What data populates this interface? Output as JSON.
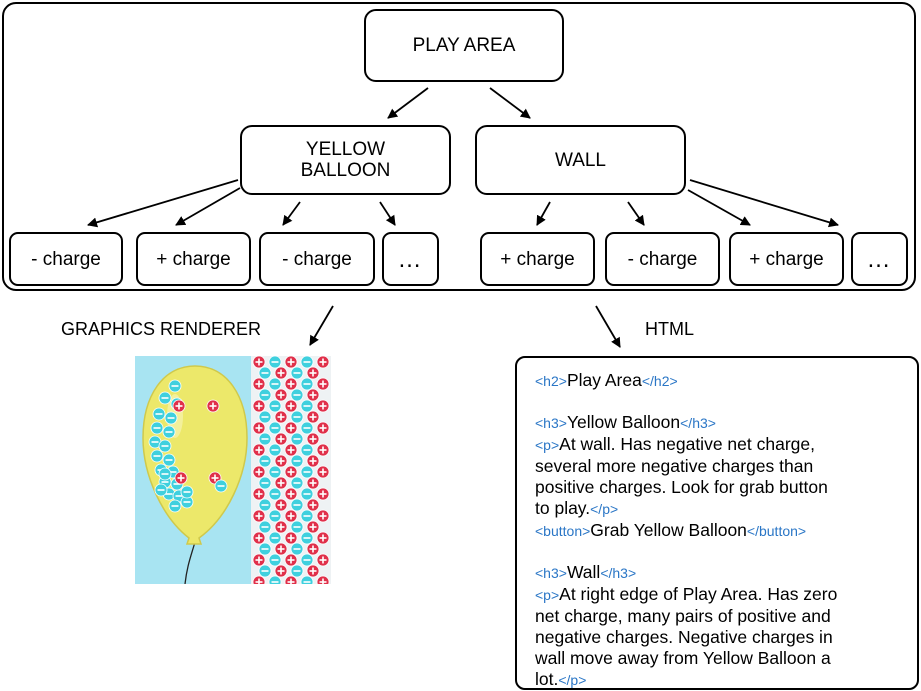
{
  "tree": {
    "root": "PLAY AREA",
    "yellow_balloon": "YELLOW\nBALLOON",
    "wall": "WALL",
    "balloon_charges": [
      "- charge",
      "+ charge",
      "- charge",
      "…"
    ],
    "wall_charges": [
      "+ charge",
      "- charge",
      "+ charge",
      "…"
    ]
  },
  "captions": {
    "graphics_renderer": "GRAPHICS RENDERER",
    "html": "HTML"
  },
  "html_view": {
    "h2_open": "<h2>",
    "h2_text": "Play Area",
    "h2_close": "</h2>",
    "h3a_open": "<h3>",
    "h3a_text": "Yellow Balloon",
    "h3a_close": "</h3>",
    "p1_open": "<p>",
    "p1_l1": "At wall. Has negative net charge,",
    "p1_l2": "several more negative charges than",
    "p1_l3": "positive charges. Look for grab button",
    "p1_l4": "to play.",
    "p1_close": "</p>",
    "btn_open": "<button>",
    "btn_text": "Grab Yellow Balloon",
    "btn_close": "</button>",
    "h3b_open": "<h3>",
    "h3b_text": "Wall",
    "h3b_close": "</h3>",
    "p2_open": "<p>",
    "p2_l1": "At right edge of Play Area. Has zero",
    "p2_l2": "net charge, many pairs of positive and",
    "p2_l3": "negative charges. Negative charges in",
    "p2_l4": "wall move away from Yellow Balloon a",
    "p2_l5": "lot.",
    "p2_close": "</p>"
  },
  "colors": {
    "tag": "#2a76c6",
    "sky": "#a8e4f2",
    "balloon": "#ece86a",
    "negative_charge": "#3fd0de",
    "positive_charge": "#e0304a"
  }
}
